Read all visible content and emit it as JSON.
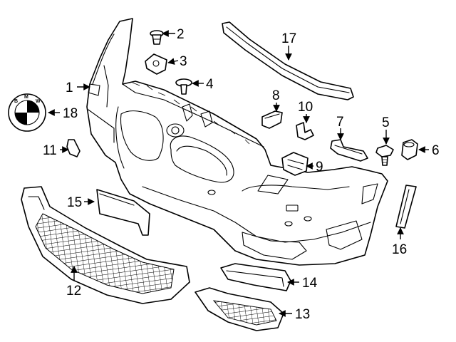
{
  "diagram": {
    "callouts": [
      {
        "id": "1",
        "label": "1"
      },
      {
        "id": "2",
        "label": "2"
      },
      {
        "id": "3",
        "label": "3"
      },
      {
        "id": "4",
        "label": "4"
      },
      {
        "id": "5",
        "label": "5"
      },
      {
        "id": "6",
        "label": "6"
      },
      {
        "id": "7",
        "label": "7"
      },
      {
        "id": "8",
        "label": "8"
      },
      {
        "id": "9",
        "label": "9"
      },
      {
        "id": "10",
        "label": "10"
      },
      {
        "id": "11",
        "label": "11"
      },
      {
        "id": "12",
        "label": "12"
      },
      {
        "id": "13",
        "label": "13"
      },
      {
        "id": "14",
        "label": "14"
      },
      {
        "id": "15",
        "label": "15"
      },
      {
        "id": "16",
        "label": "16"
      },
      {
        "id": "17",
        "label": "17"
      },
      {
        "id": "18",
        "label": "18"
      }
    ],
    "emblem": {
      "letters": [
        "B",
        "M",
        "W"
      ]
    }
  }
}
